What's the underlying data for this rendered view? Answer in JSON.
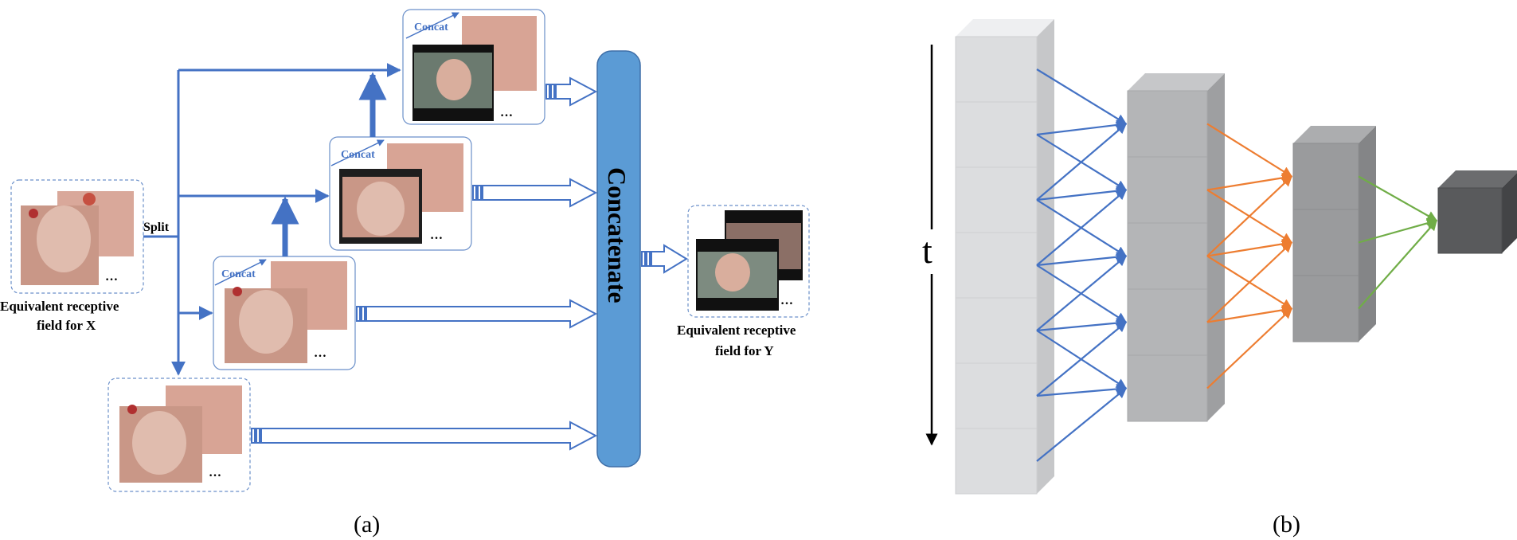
{
  "panel_a": {
    "split_label": "Split",
    "concat_label": "Concat",
    "concatenate_label": "Concatenate",
    "input_caption": [
      "Equivalent receptive",
      "field for X"
    ],
    "output_caption": [
      "Equivalent receptive",
      "field for Y"
    ],
    "ellipsis": "…",
    "caption": "(a)"
  },
  "panel_b": {
    "time_label": "t",
    "caption": "(b)",
    "layers": [
      {
        "name": "input",
        "cells": 7,
        "color": "#dcdddf"
      },
      {
        "name": "layer-1",
        "cells": 5,
        "color": "#b4b5b7"
      },
      {
        "name": "layer-2",
        "cells": 3,
        "color": "#9a9b9d"
      },
      {
        "name": "output",
        "cells": 1,
        "color": "#595a5c"
      }
    ],
    "connection_colors": [
      "#4472c4",
      "#ed7d31",
      "#70ad47"
    ]
  },
  "colors": {
    "blue": "#4472c4",
    "concat_bar": "#5b9bd5",
    "orange": "#ed7d31",
    "green": "#70ad47"
  }
}
